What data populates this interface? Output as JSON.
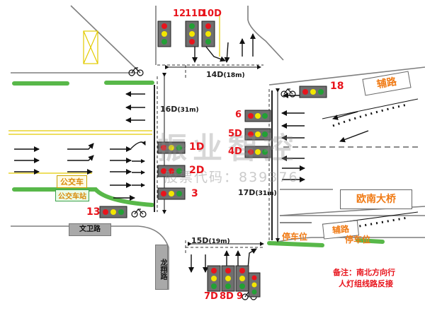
{
  "colors": {
    "signal_red": "#e8141c",
    "signal_yellow": "#f3e600",
    "signal_green": "#22a035",
    "median_green": "#58b849",
    "road_line": "#7f7f7f",
    "label_orange": "#f07a14"
  },
  "signals": {
    "top_group": "121 1D 10D",
    "top_12": "12",
    "top_11": "11D",
    "top_10": "10D",
    "s18": "18",
    "s6": "6",
    "s5": "5D",
    "s4": "4D",
    "s1": "1D",
    "s2": "2D",
    "s3": "3",
    "s13": "13",
    "s7": "7D",
    "s8": "8D",
    "s9": "9"
  },
  "distances": {
    "d14": "14D",
    "d14_len": "(18m)",
    "d16": "16D",
    "d16_len": "(31m)",
    "d17": "17D",
    "d17_len": "(31m)",
    "d15": "15D",
    "d15_len": "(19m)"
  },
  "places": {
    "fulu_top": "辅路",
    "fulu_bottom": "辅路",
    "bridge": "欧南大桥",
    "parking_left": "停车位",
    "parking_right": "停车位",
    "bus_lane": "公交车",
    "bus_stop": "公交车站",
    "wenwei_road": "文卫路",
    "longxiang_road": "龙翔路"
  },
  "note": {
    "line1": "备注：南北方向行",
    "line2": "人灯组线路反接"
  },
  "watermark": {
    "main": "振业智控",
    "sub": "股票代码：839376"
  },
  "icons": [
    "bicycle-icon",
    "traffic-light-icon",
    "lane-arrow-icon"
  ]
}
